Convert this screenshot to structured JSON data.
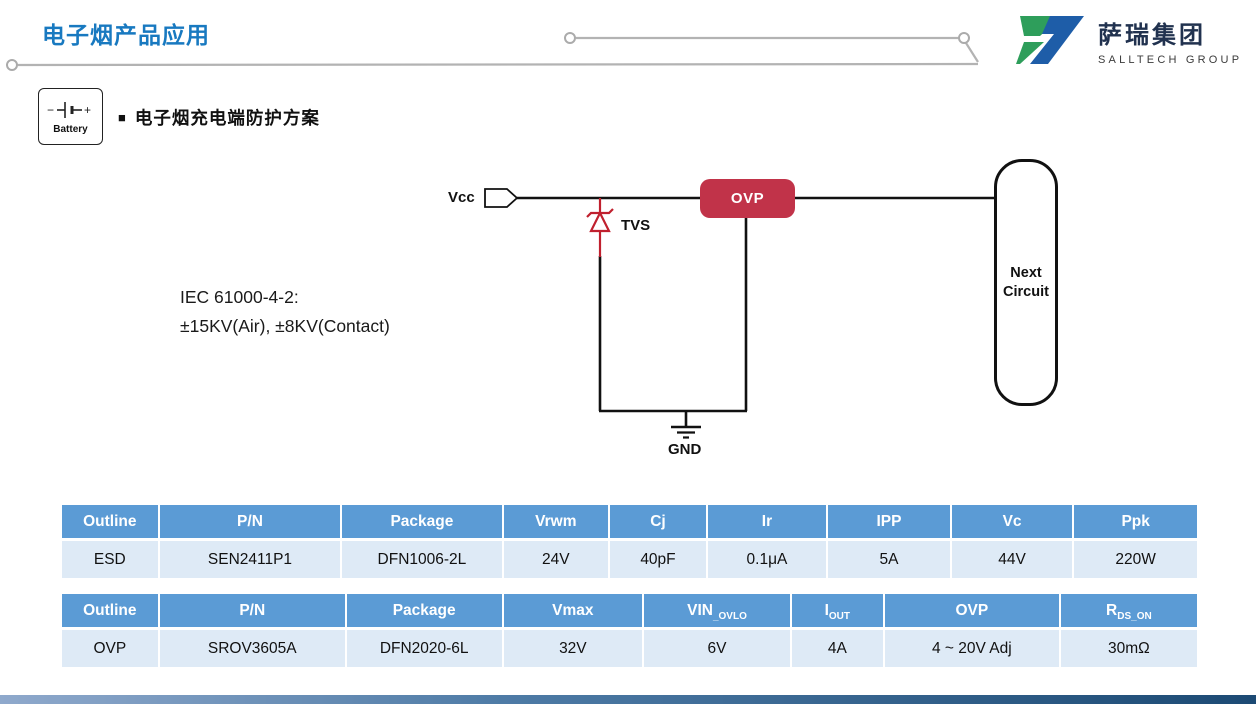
{
  "header": {
    "title": "电子烟产品应用",
    "logo_name": "萨瑞集团",
    "logo_subtitle": "SALLTECH GROUP"
  },
  "battery": {
    "label": "Battery"
  },
  "section": {
    "bullet": "■",
    "heading": "电子烟充电端防护方案"
  },
  "diagram": {
    "vcc": "Vcc",
    "tvs": "TVS",
    "ovp": "OVP",
    "next_circuit_line1": "Next",
    "next_circuit_line2": "Circuit",
    "gnd": "GND",
    "iec_line1": "IEC 61000-4-2:",
    "iec_line2": "±15KV(Air), ±8KV(Contact)"
  },
  "tables": [
    {
      "headers": [
        {
          "t": "Outline"
        },
        {
          "t": "P/N"
        },
        {
          "t": "Package"
        },
        {
          "t": "Vrwm"
        },
        {
          "t": "Cj"
        },
        {
          "t": "Ir"
        },
        {
          "t": "IPP"
        },
        {
          "t": "Vc"
        },
        {
          "t": "Ppk"
        }
      ],
      "rows": [
        [
          "ESD",
          "SEN2411P1",
          "DFN1006-2L",
          "24V",
          "40pF",
          "0.1μA",
          "5A",
          "44V",
          "220W"
        ]
      ]
    },
    {
      "headers": [
        {
          "t": "Outline"
        },
        {
          "t": "P/N"
        },
        {
          "t": "Package"
        },
        {
          "t": "Vmax"
        },
        {
          "t": "VIN",
          "sub": "_OVLO"
        },
        {
          "t": "I",
          "sub": "OUT"
        },
        {
          "t": "OVP"
        },
        {
          "t": "R",
          "sub": "DS_ON"
        }
      ],
      "rows": [
        [
          "OVP",
          "SROV3605A",
          "DFN2020-6L",
          "32V",
          "6V",
          "4A",
          "4 ~ 20V Adj",
          "30mΩ"
        ]
      ]
    }
  ],
  "colors": {
    "title_blue": "#1879C0",
    "header_bg": "#5B9BD5",
    "row_bg": "#DEEAF6",
    "ovp_red": "#C13349",
    "logo_green": "#2E9E5B",
    "logo_blue": "#1E5DA8",
    "bottom_bar_left": "#8FA9CC",
    "bottom_bar_right": "#1C4A74"
  }
}
